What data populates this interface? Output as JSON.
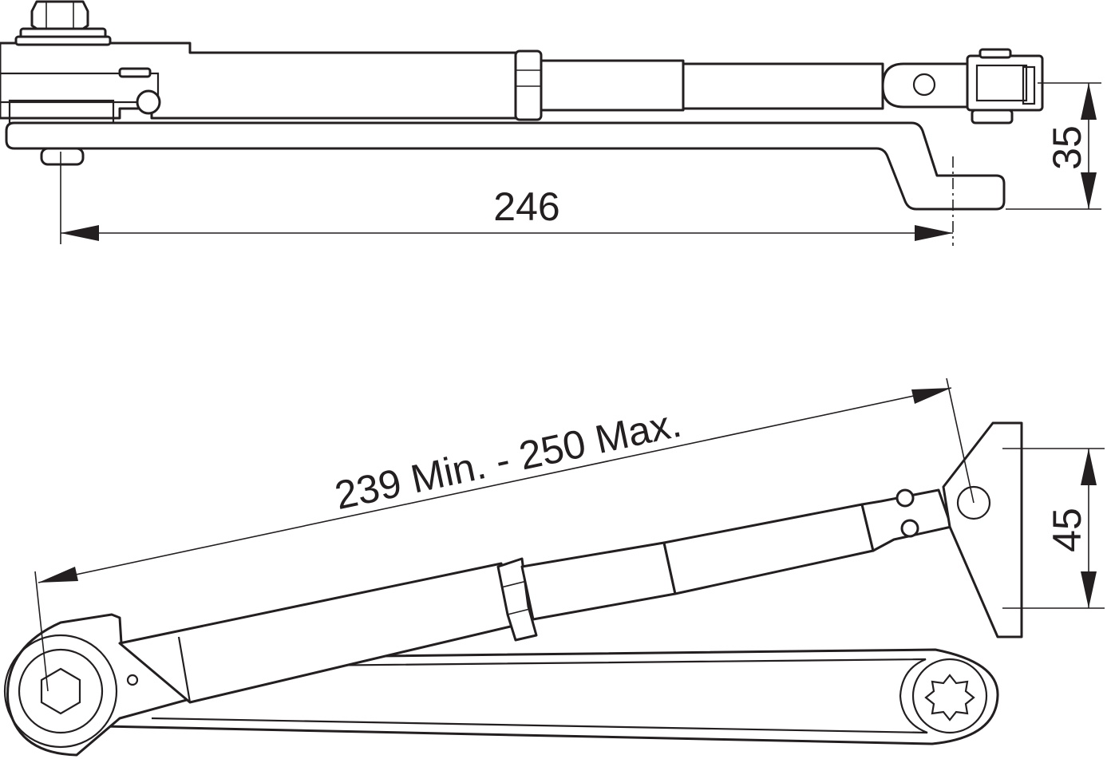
{
  "view_top": {
    "dimension_length": "246",
    "dimension_height": "35"
  },
  "view_bottom": {
    "dimension_range": "239 Min. - 250 Max.",
    "dimension_height": "45"
  },
  "colors": {
    "line": "#231f20",
    "background": "#ffffff"
  }
}
